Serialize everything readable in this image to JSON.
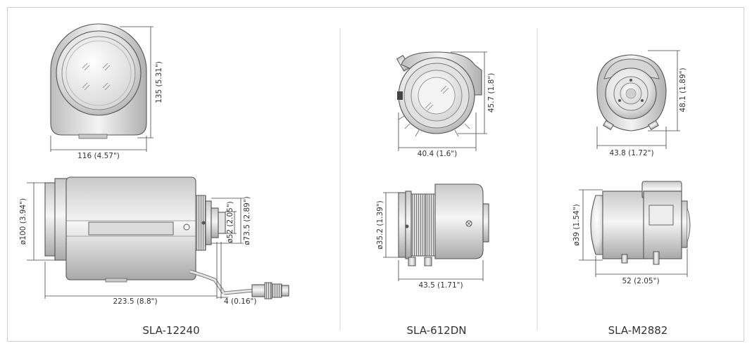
{
  "products": [
    {
      "model": "SLA-12240",
      "front_width": "116 (4.57\")",
      "front_height": "135 (5.31\")",
      "side_diameter": "ø100 (3.94\")",
      "side_inner_small": "ø52 (2.05\")",
      "side_inner_large": "ø73.5 (2.89\")",
      "side_length": "223.5 (8.8\")",
      "side_offset": "4 (0.16\")"
    },
    {
      "model": "SLA-612DN",
      "front_width": "40.4 (1.6\")",
      "front_height": "45.7 (1.8\")",
      "side_diameter": "ø35.2 (1.39\")",
      "side_length": "43.5 (1.71\")"
    },
    {
      "model": "SLA-M2882",
      "front_width": "43.8 (1.72\")",
      "front_height": "48.1 (1.89\")",
      "side_diameter": "ø39 (1.54\")",
      "side_length": "52 (2.05\")"
    }
  ]
}
